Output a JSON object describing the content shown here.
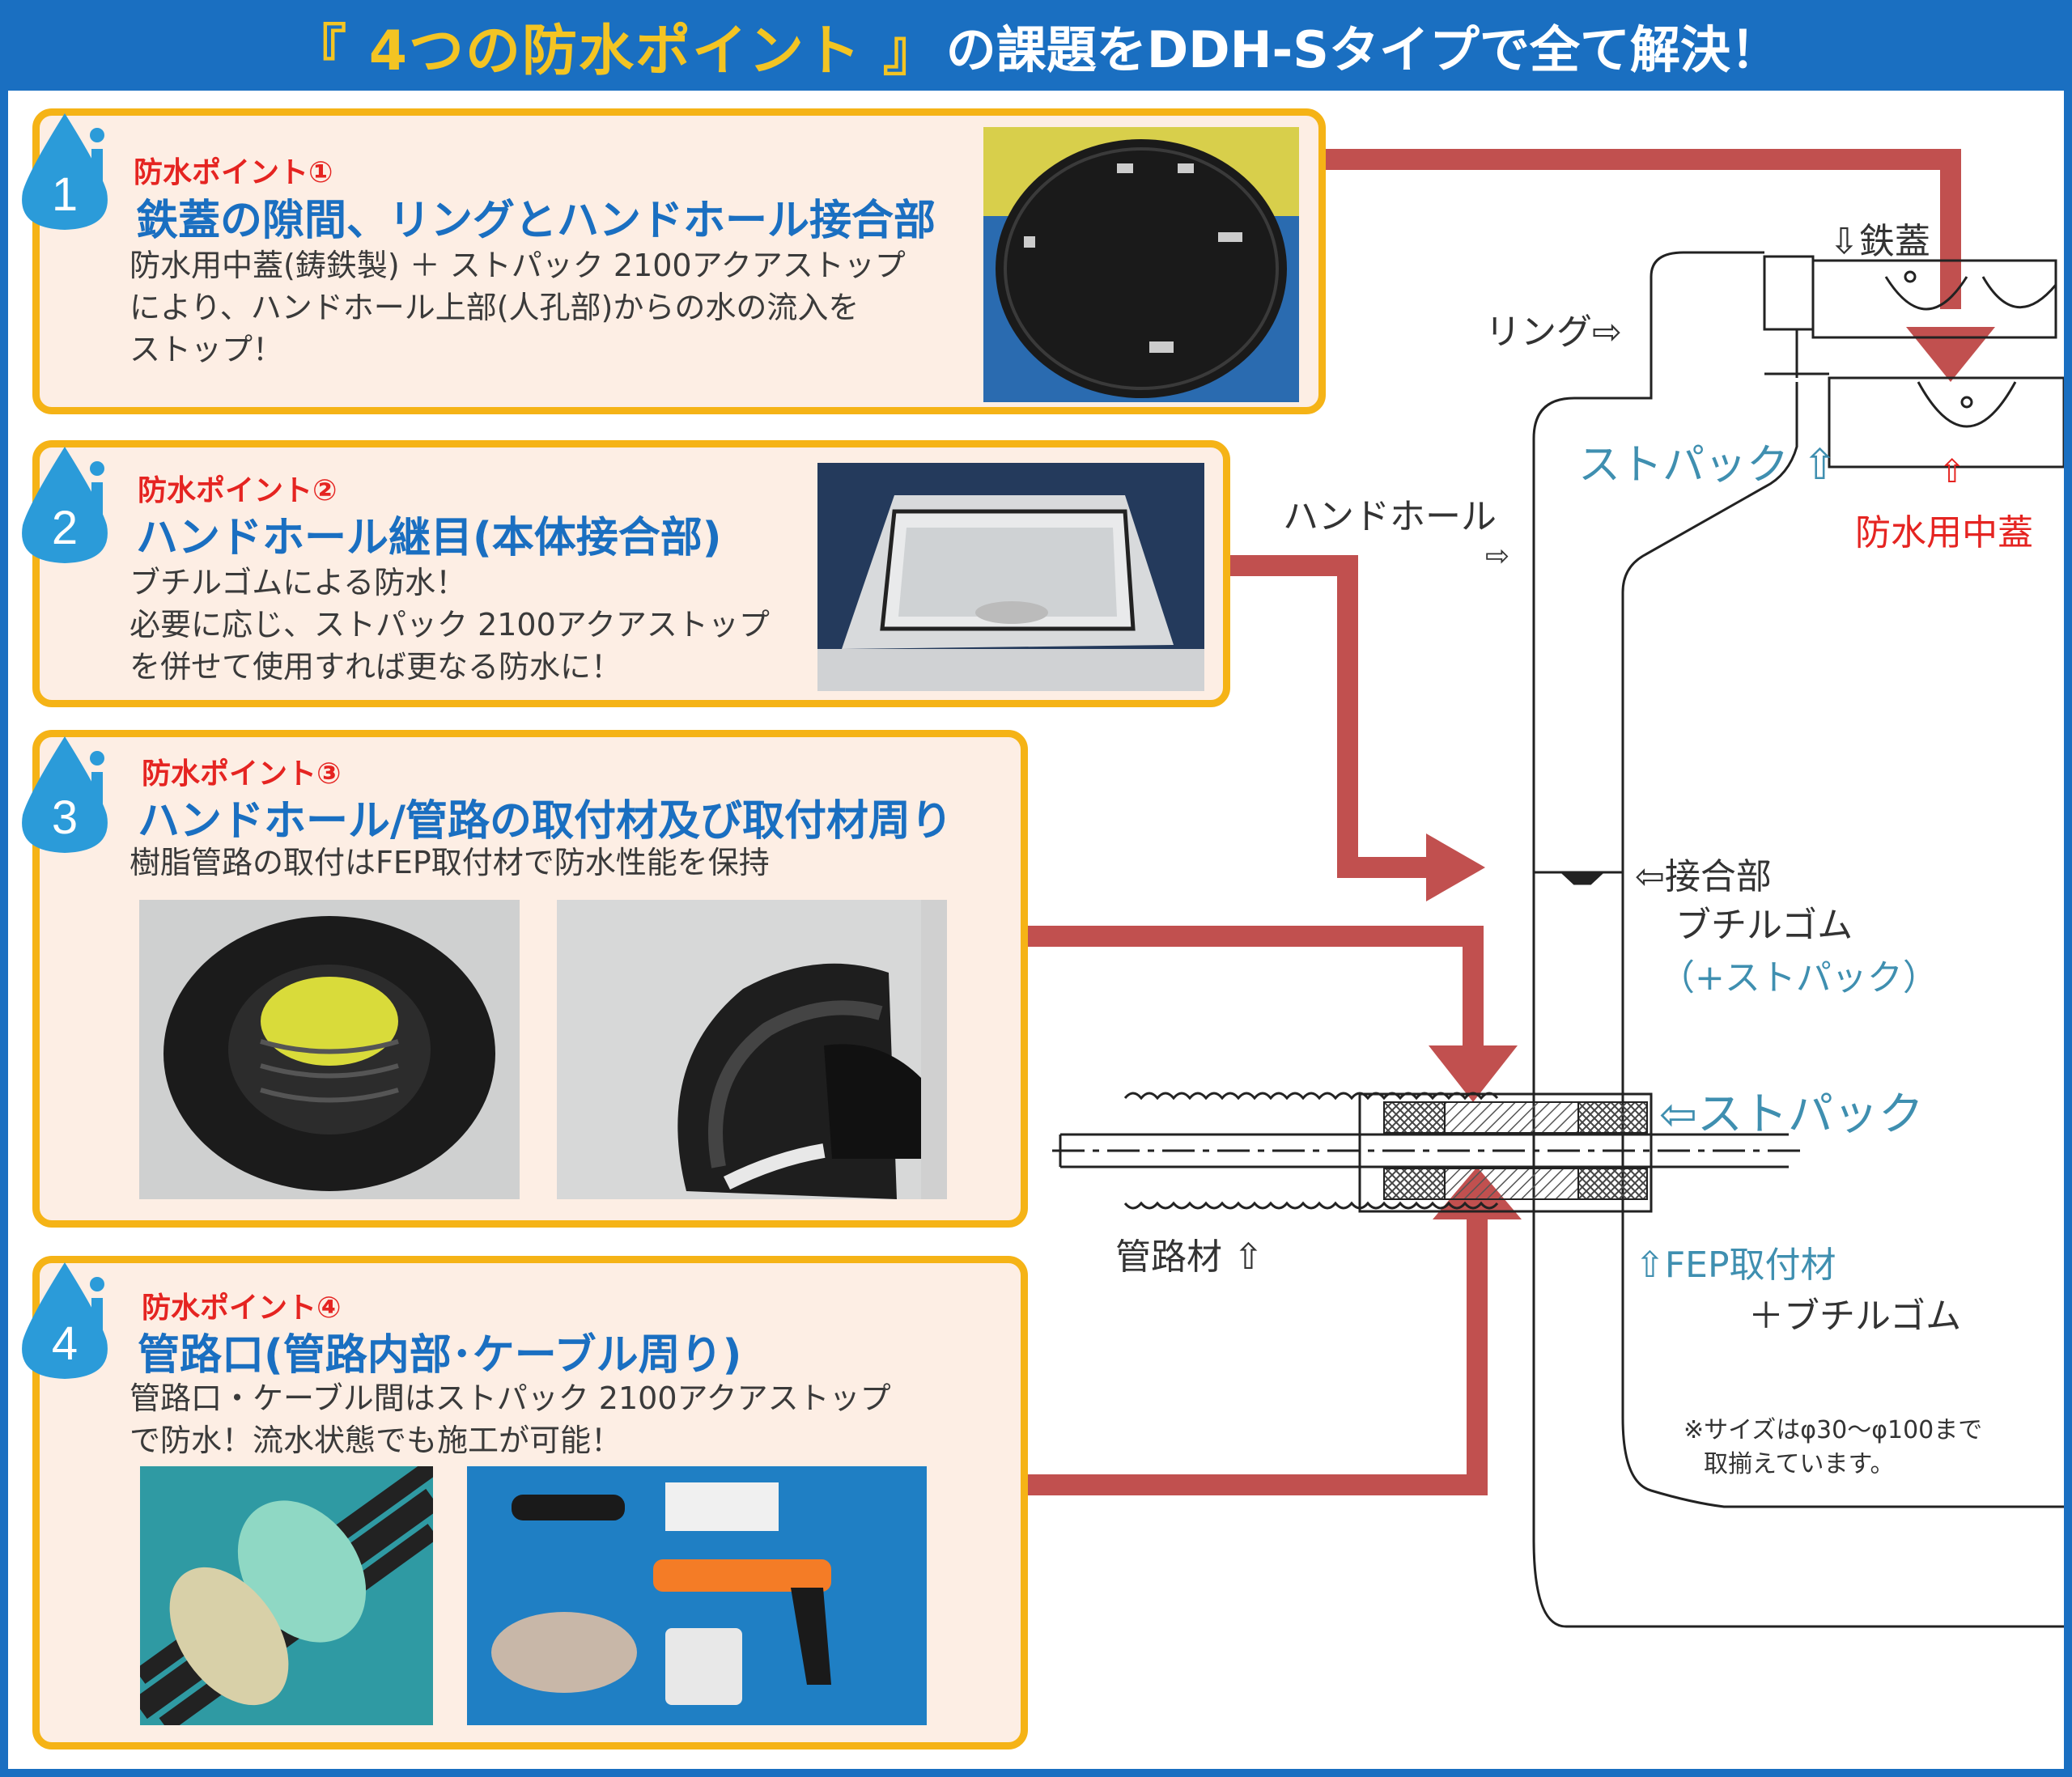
{
  "header": {
    "highlight": "『 4つの防水ポイント 』",
    "rest": "の課題をDDH-Sタイプで全て解決！"
  },
  "colors": {
    "header_bg": "#1a6fc1",
    "highlight": "#f3c423",
    "card_border": "#f5b316",
    "card_bg": "#fdeee4",
    "point_label": "#e52421",
    "point_title": "#1a6fc1",
    "arrow": "#c1504f",
    "teal": "#3f8fb0"
  },
  "points": [
    {
      "num": "1",
      "label": "防水ポイント①",
      "title": "鉄蓋の隙間、リングとハンドホール接合部",
      "lines": [
        "防水用中蓋(鋳鉄製) ＋ ストパック 2100アクアストップ",
        "により、ハンドホール上部(人孔部)からの水の流入を",
        "ストップ！"
      ]
    },
    {
      "num": "2",
      "label": "防水ポイント②",
      "title": "ハンドホール継目(本体接合部)",
      "lines": [
        "ブチルゴムによる防水！",
        "必要に応じ、ストパック 2100アクアストップ",
        "を併せて使用すれば更なる防水に！"
      ]
    },
    {
      "num": "3",
      "label": "防水ポイント③",
      "title": "ハンドホール/管路の取付材及び取付材周り",
      "lines": [
        "樹脂管路の取付はFEP取付材で防水性能を保持"
      ]
    },
    {
      "num": "4",
      "label": "防水ポイント④",
      "title": "管路口(管路内部･ケーブル周り)",
      "lines": [
        "管路口・ケーブル間はストパック 2100アクアストップ",
        "で防水！流水状態でも施工が可能！"
      ]
    }
  ],
  "diagram": {
    "tetsubuta": "⇩鉄蓋",
    "ring": "リング⇨",
    "handhole": "ハンドホール",
    "handhole_arrow": "⇨",
    "stopack_top": "ストパック ⇧",
    "chubuta_arrow": "⇧",
    "chubuta": "防水用中蓋",
    "joint": "⇦接合部",
    "butyl": "ブチルゴム",
    "plus_stopack": "（+ストパック）",
    "stopack_mid": "⇦ストパック",
    "pipe": "管路材 ⇧",
    "fep": "⇧FEP取付材",
    "fep_butyl": "＋ブチルゴム",
    "note1": "※サイズはφ30～φ100まで",
    "note2": "取揃えています。"
  }
}
